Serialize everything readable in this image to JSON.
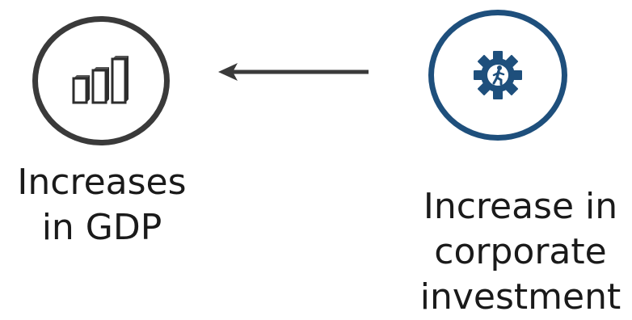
{
  "nodes": {
    "gdp": {
      "icon": "bar-chart-icon",
      "color": "#3a3a3a",
      "label_lines": [
        "Increases",
        "in GDP"
      ]
    },
    "investment": {
      "icon": "gear-person-icon",
      "color": "#1e4f7c",
      "label_lines": [
        "Increase in",
        "corporate",
        "investment"
      ]
    }
  },
  "arrow": {
    "from": "investment",
    "to": "gdp",
    "color": "#3a3a3a"
  }
}
